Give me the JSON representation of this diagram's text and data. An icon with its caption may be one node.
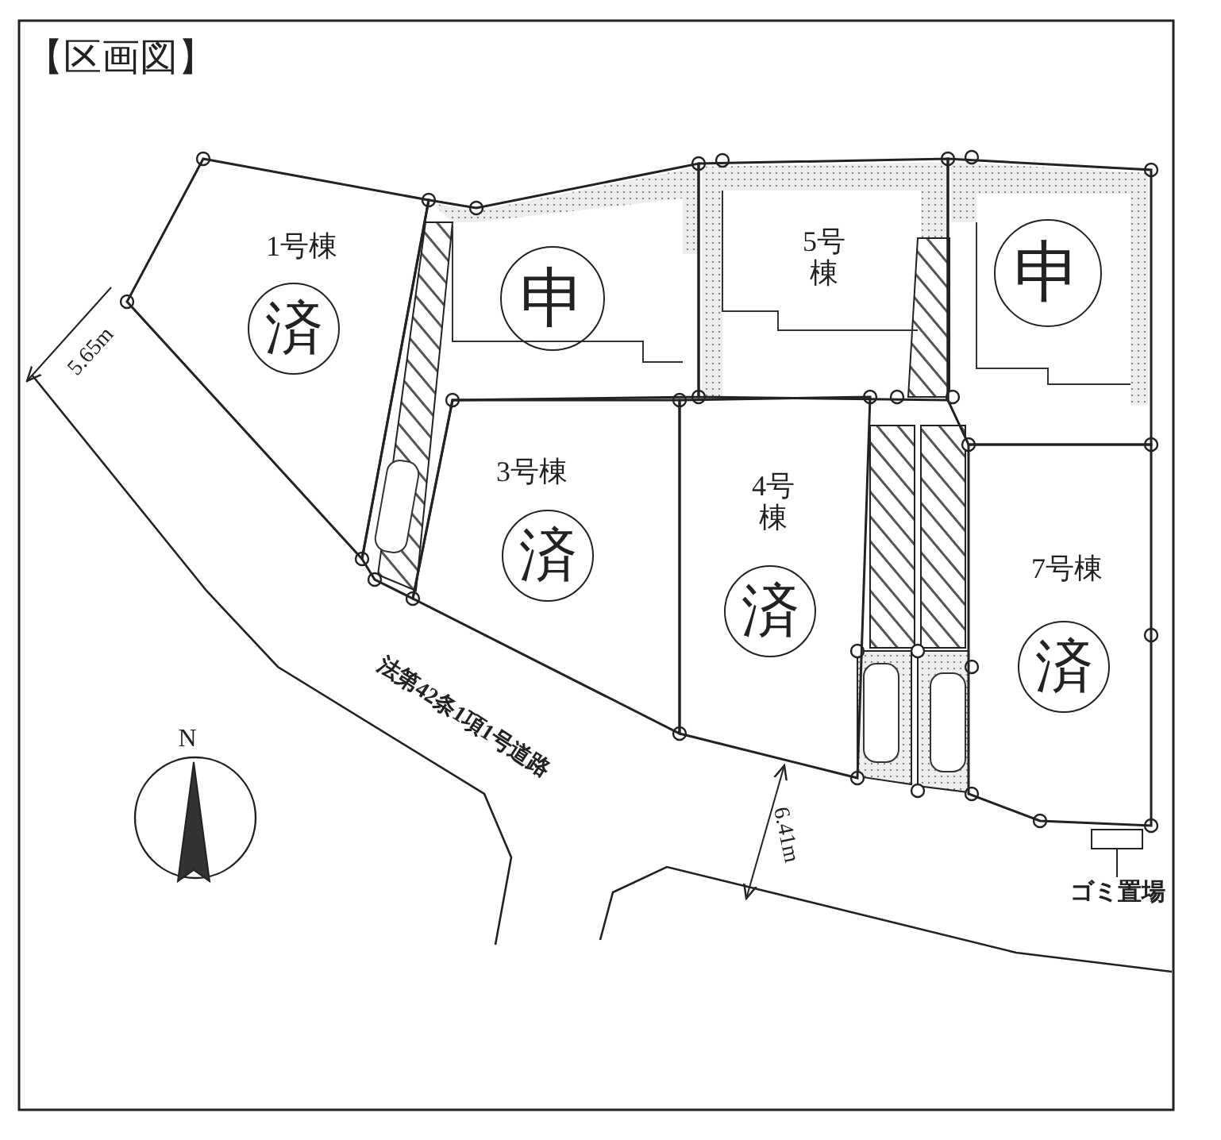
{
  "diagram": {
    "title": "【区画図】",
    "nodes": [
      {
        "text": [
          "1号棟"
        ]
      },
      {
        "text": [
          "済"
        ],
        "in": 0
      },
      {
        "text": [],
        "shape": "box"
      },
      {
        "text": [
          "申"
        ],
        "in": 2
      },
      {
        "text": [
          "5号棟"
        ]
      },
      {
        "text": [],
        "shape": "box"
      },
      {
        "text": [
          "申"
        ],
        "in": 5
      },
      {
        "text": [
          "3号棟"
        ]
      },
      {
        "text": [
          "済"
        ],
        "in": 7
      },
      {
        "text": [
          "4号棟"
        ]
      },
      {
        "text": [
          "済"
        ],
        "in": 9
      },
      {
        "text": [
          "7号棟"
        ]
      },
      {
        "text": [
          "済"
        ],
        "in": 11
      },
      {
        "text": [],
        "shape": "box"
      },
      {
        "text": [
          "ゴミ置場"
        ]
      }
    ],
    "edges": [
      {
        "from": 14,
        "to": 13,
        "arrow": "none"
      }
    ],
    "labels": [
      "5.65m",
      "法第42条1項1号道路",
      "N",
      "6.41m"
    ]
  }
}
